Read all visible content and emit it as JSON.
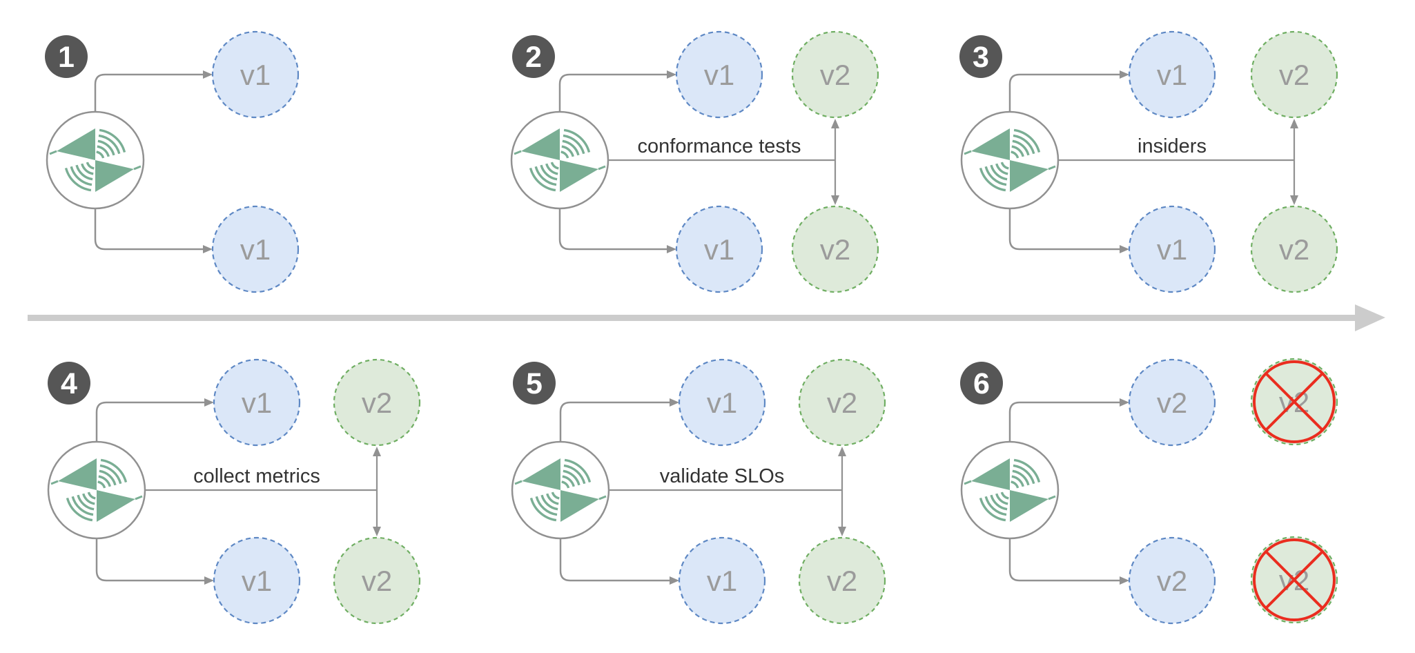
{
  "diagram_type": "cluster-upgrade-rollout-steps",
  "hub_icon": "traffic-router-icon",
  "timeline_icon": "right-arrow-icon",
  "colors": {
    "node_blue_fill": "#dbe7f8",
    "node_blue_border": "#5e88c4",
    "node_green_fill": "#deeada",
    "node_green_border": "#6fae62",
    "node_text": "#9b9b9b",
    "connector_gray": "#919191",
    "badge_fill": "#565656",
    "badge_text": "#ffffff",
    "step_label_text": "#333333",
    "timeline_gray": "#cccccc",
    "decommission_red": "#ea2d1f",
    "logo_green": "#7aae94"
  },
  "steps": [
    {
      "number": "1",
      "label": null,
      "top_left": "v1",
      "bottom_left": "v1"
    },
    {
      "number": "2",
      "label": "conformance tests",
      "top_left": "v1",
      "top_right": "v2",
      "bottom_left": "v1",
      "bottom_right": "v2"
    },
    {
      "number": "3",
      "label": "insiders",
      "top_left": "v1",
      "top_right": "v2",
      "bottom_left": "v1",
      "bottom_right": "v2"
    },
    {
      "number": "4",
      "label": "collect metrics",
      "top_left": "v1",
      "top_right": "v2",
      "bottom_left": "v1",
      "bottom_right": "v2"
    },
    {
      "number": "5",
      "label": "validate SLOs",
      "top_left": "v1",
      "top_right": "v2",
      "bottom_left": "v1",
      "bottom_right": "v2"
    },
    {
      "number": "6",
      "label": null,
      "top_left": "v2",
      "top_right": "v2",
      "bottom_left": "v2",
      "bottom_right": "v2",
      "right_nodes_decommissioned": true
    }
  ]
}
